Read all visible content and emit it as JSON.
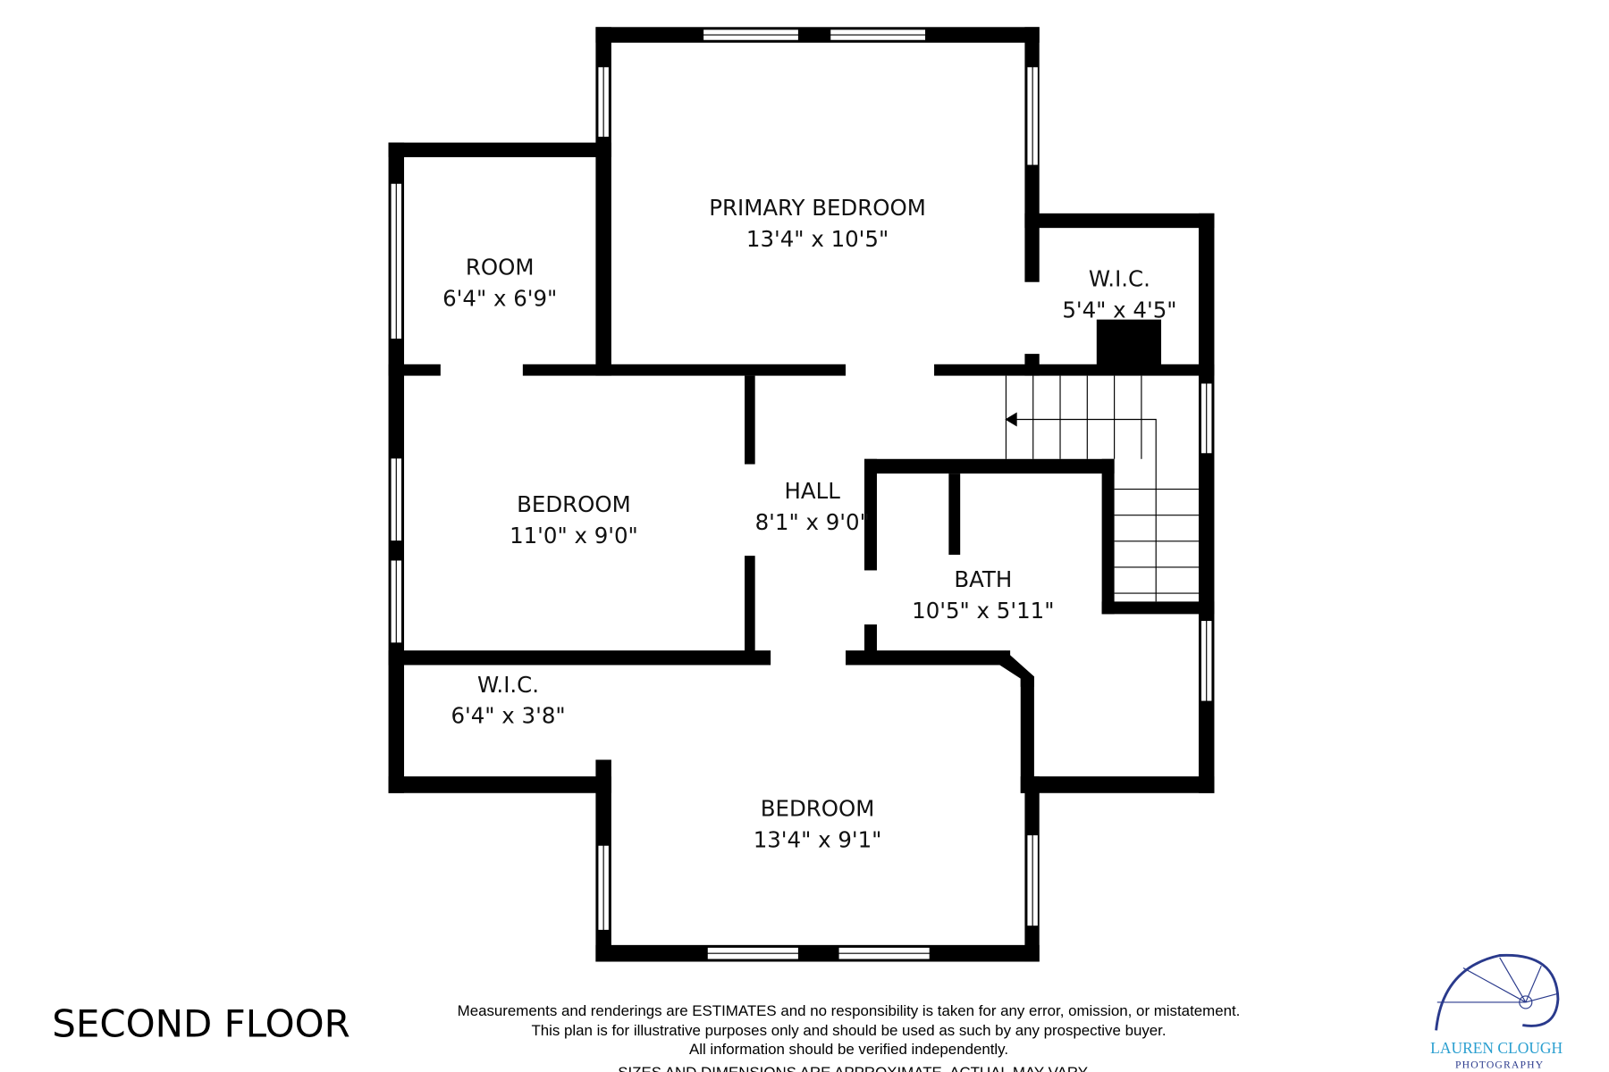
{
  "floor_title": "SECOND FLOOR",
  "rooms": [
    {
      "name": "PRIMARY BEDROOM",
      "size": "13'4\" x 10'5\""
    },
    {
      "name": "ROOM",
      "size": "6'4\" x 6'9\""
    },
    {
      "name": "W.I.C.",
      "size": "5'4\" x 4'5\""
    },
    {
      "name": "BEDROOM",
      "size": "11'0\" x 9'0\""
    },
    {
      "name": "HALL",
      "size": "8'1\" x 9'0\""
    },
    {
      "name": "BATH",
      "size": "10'5\" x 5'11\""
    },
    {
      "name": "W.I.C.",
      "size": "6'4\" x 3'8\""
    },
    {
      "name": "BEDROOM",
      "size": "13'4\" x 9'1\""
    }
  ],
  "disclaimer": {
    "line1": "Measurements and renderings are ESTIMATES and no responsibility is taken for any error, omission, or mistatement.",
    "line2": "This plan is for illustrative purposes only and should be used as such by any prospective buyer.",
    "line3": "All information should be verified independently.",
    "line4": "SIZES AND DIMENSIONS ARE APPROXIMATE, ACTUAL MAY VARY."
  },
  "logo": {
    "name": "LAUREN CLOUGH",
    "sub": "PHOTOGRAPHY",
    "colors": {
      "primary": "#2a3a8c",
      "accent": "#2a9fd0"
    }
  }
}
